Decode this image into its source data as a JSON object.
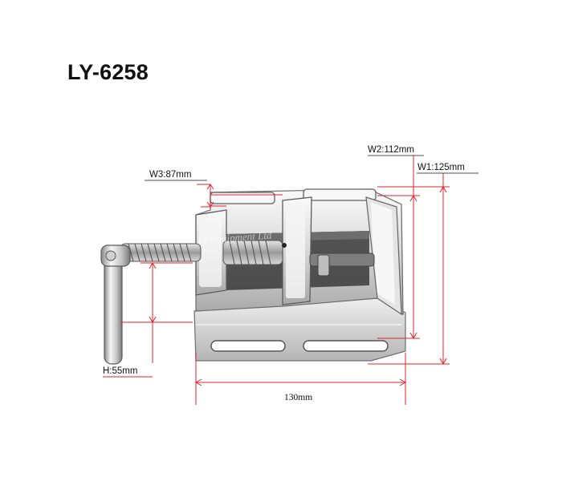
{
  "title": "LY-6258",
  "dimensions": {
    "w1": "W1:125mm",
    "w2": "W2:112mm",
    "w3": "W3:87mm",
    "h": "H:55mm",
    "length": "130mm"
  },
  "colors": {
    "dimension_line": "#e0252b",
    "metal_light": "#f2f2f2",
    "metal_mid": "#c9c9c9",
    "metal_dark": "#7d7d7d"
  }
}
